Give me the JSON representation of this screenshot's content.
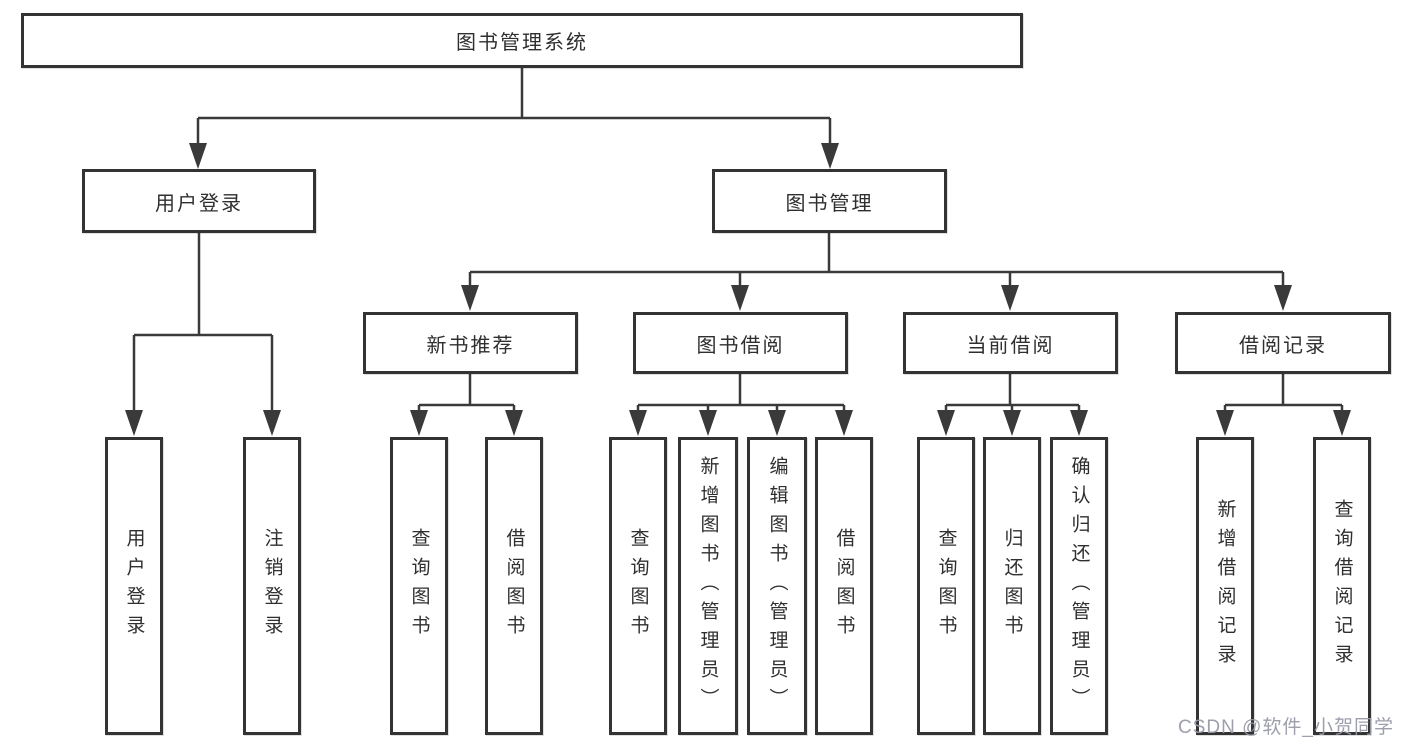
{
  "diagram": {
    "type": "hierarchy-tree",
    "root": {
      "label": "图书管理系统"
    },
    "branches": [
      {
        "label": "用户登录",
        "children": [
          {
            "label": "用户登录"
          },
          {
            "label": "注销登录"
          }
        ]
      },
      {
        "label": "图书管理",
        "children": [
          {
            "label": "新书推荐",
            "children": [
              {
                "label": "查询图书"
              },
              {
                "label": "借阅图书"
              }
            ]
          },
          {
            "label": "图书借阅",
            "children": [
              {
                "label": "查询图书"
              },
              {
                "label": "新增图书（管理员）"
              },
              {
                "label": "编辑图书（管理员）"
              },
              {
                "label": "借阅图书"
              }
            ]
          },
          {
            "label": "当前借阅",
            "children": [
              {
                "label": "查询图书"
              },
              {
                "label": "归还图书"
              },
              {
                "label": "确认归还（管理员）"
              }
            ]
          },
          {
            "label": "借阅记录",
            "children": [
              {
                "label": "新增借阅记录"
              },
              {
                "label": "查询借阅记录"
              }
            ]
          }
        ]
      }
    ],
    "watermark": "CSDN @软件_小贺同学",
    "colors": {
      "line": "#3a3a3a",
      "box_border": "#333333",
      "box_fill": "#ffffff",
      "text": "#2f2f2f",
      "watermark": "#989aa8"
    }
  }
}
